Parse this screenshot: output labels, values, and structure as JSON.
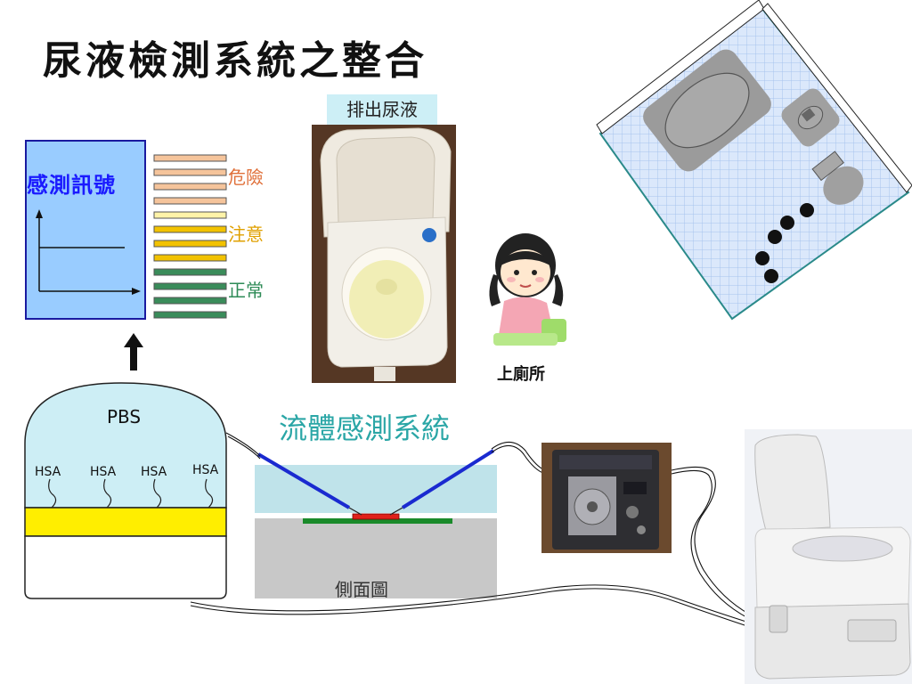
{
  "page_title": "尿液檢測系統之整合",
  "signal_panel": {
    "title": "感測訊號",
    "levels": {
      "danger": "危險",
      "caution": "注意",
      "normal": "正常"
    }
  },
  "toilet": {
    "tag": "排出尿液"
  },
  "girl": {
    "caption": "上廁所"
  },
  "fluid_system": {
    "title": "流體感測系統",
    "side_view": "側面圖"
  },
  "sensor_chip": {
    "buffer": "PBS",
    "receptors": [
      "HSA",
      "HSA",
      "HSA",
      "HSA"
    ]
  },
  "colors": {
    "danger": "#f5c49b",
    "caution": "#f2c200",
    "normal": "#3a8c5a",
    "panel": "#99ccff",
    "chip_dome": "#cdeef5",
    "gold_layer": "#ffee00"
  }
}
